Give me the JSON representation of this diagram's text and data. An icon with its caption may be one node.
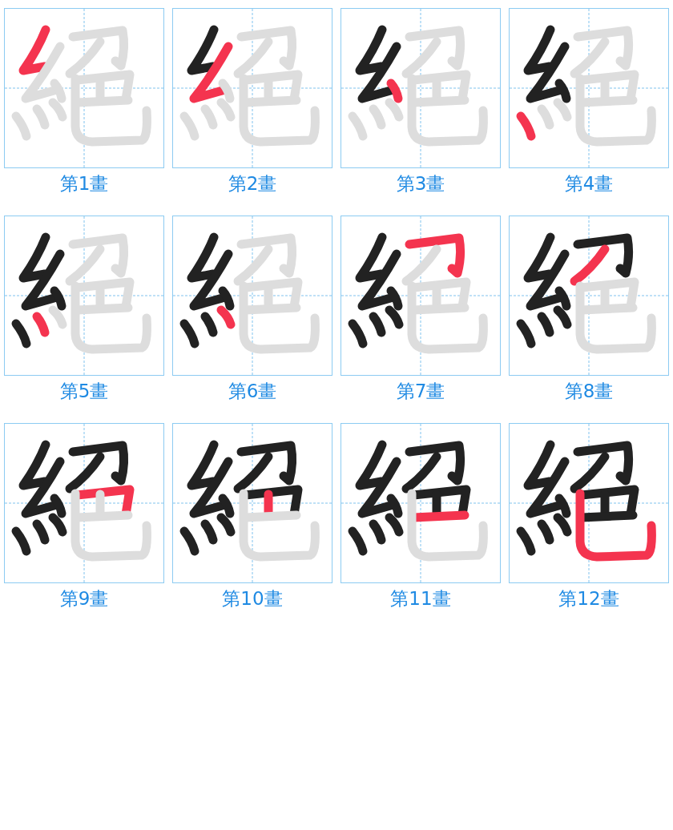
{
  "diagram": {
    "nodes": [
      {
        "text": [
          "第1畫"
        ]
      },
      {
        "text": [
          "第2畫"
        ]
      },
      {
        "text": [
          "第3畫"
        ]
      },
      {
        "text": [
          "第4畫"
        ]
      },
      {
        "text": [
          "第5畫"
        ]
      },
      {
        "text": [
          "第6畫"
        ]
      },
      {
        "text": [
          "第7畫"
        ]
      },
      {
        "text": [
          "第8畫"
        ]
      },
      {
        "text": [
          "第9畫"
        ]
      },
      {
        "text": [
          "第10畫"
        ]
      },
      {
        "text": [
          "第11畫"
        ]
      },
      {
        "text": [
          "第12畫"
        ]
      }
    ],
    "edges": []
  }
}
